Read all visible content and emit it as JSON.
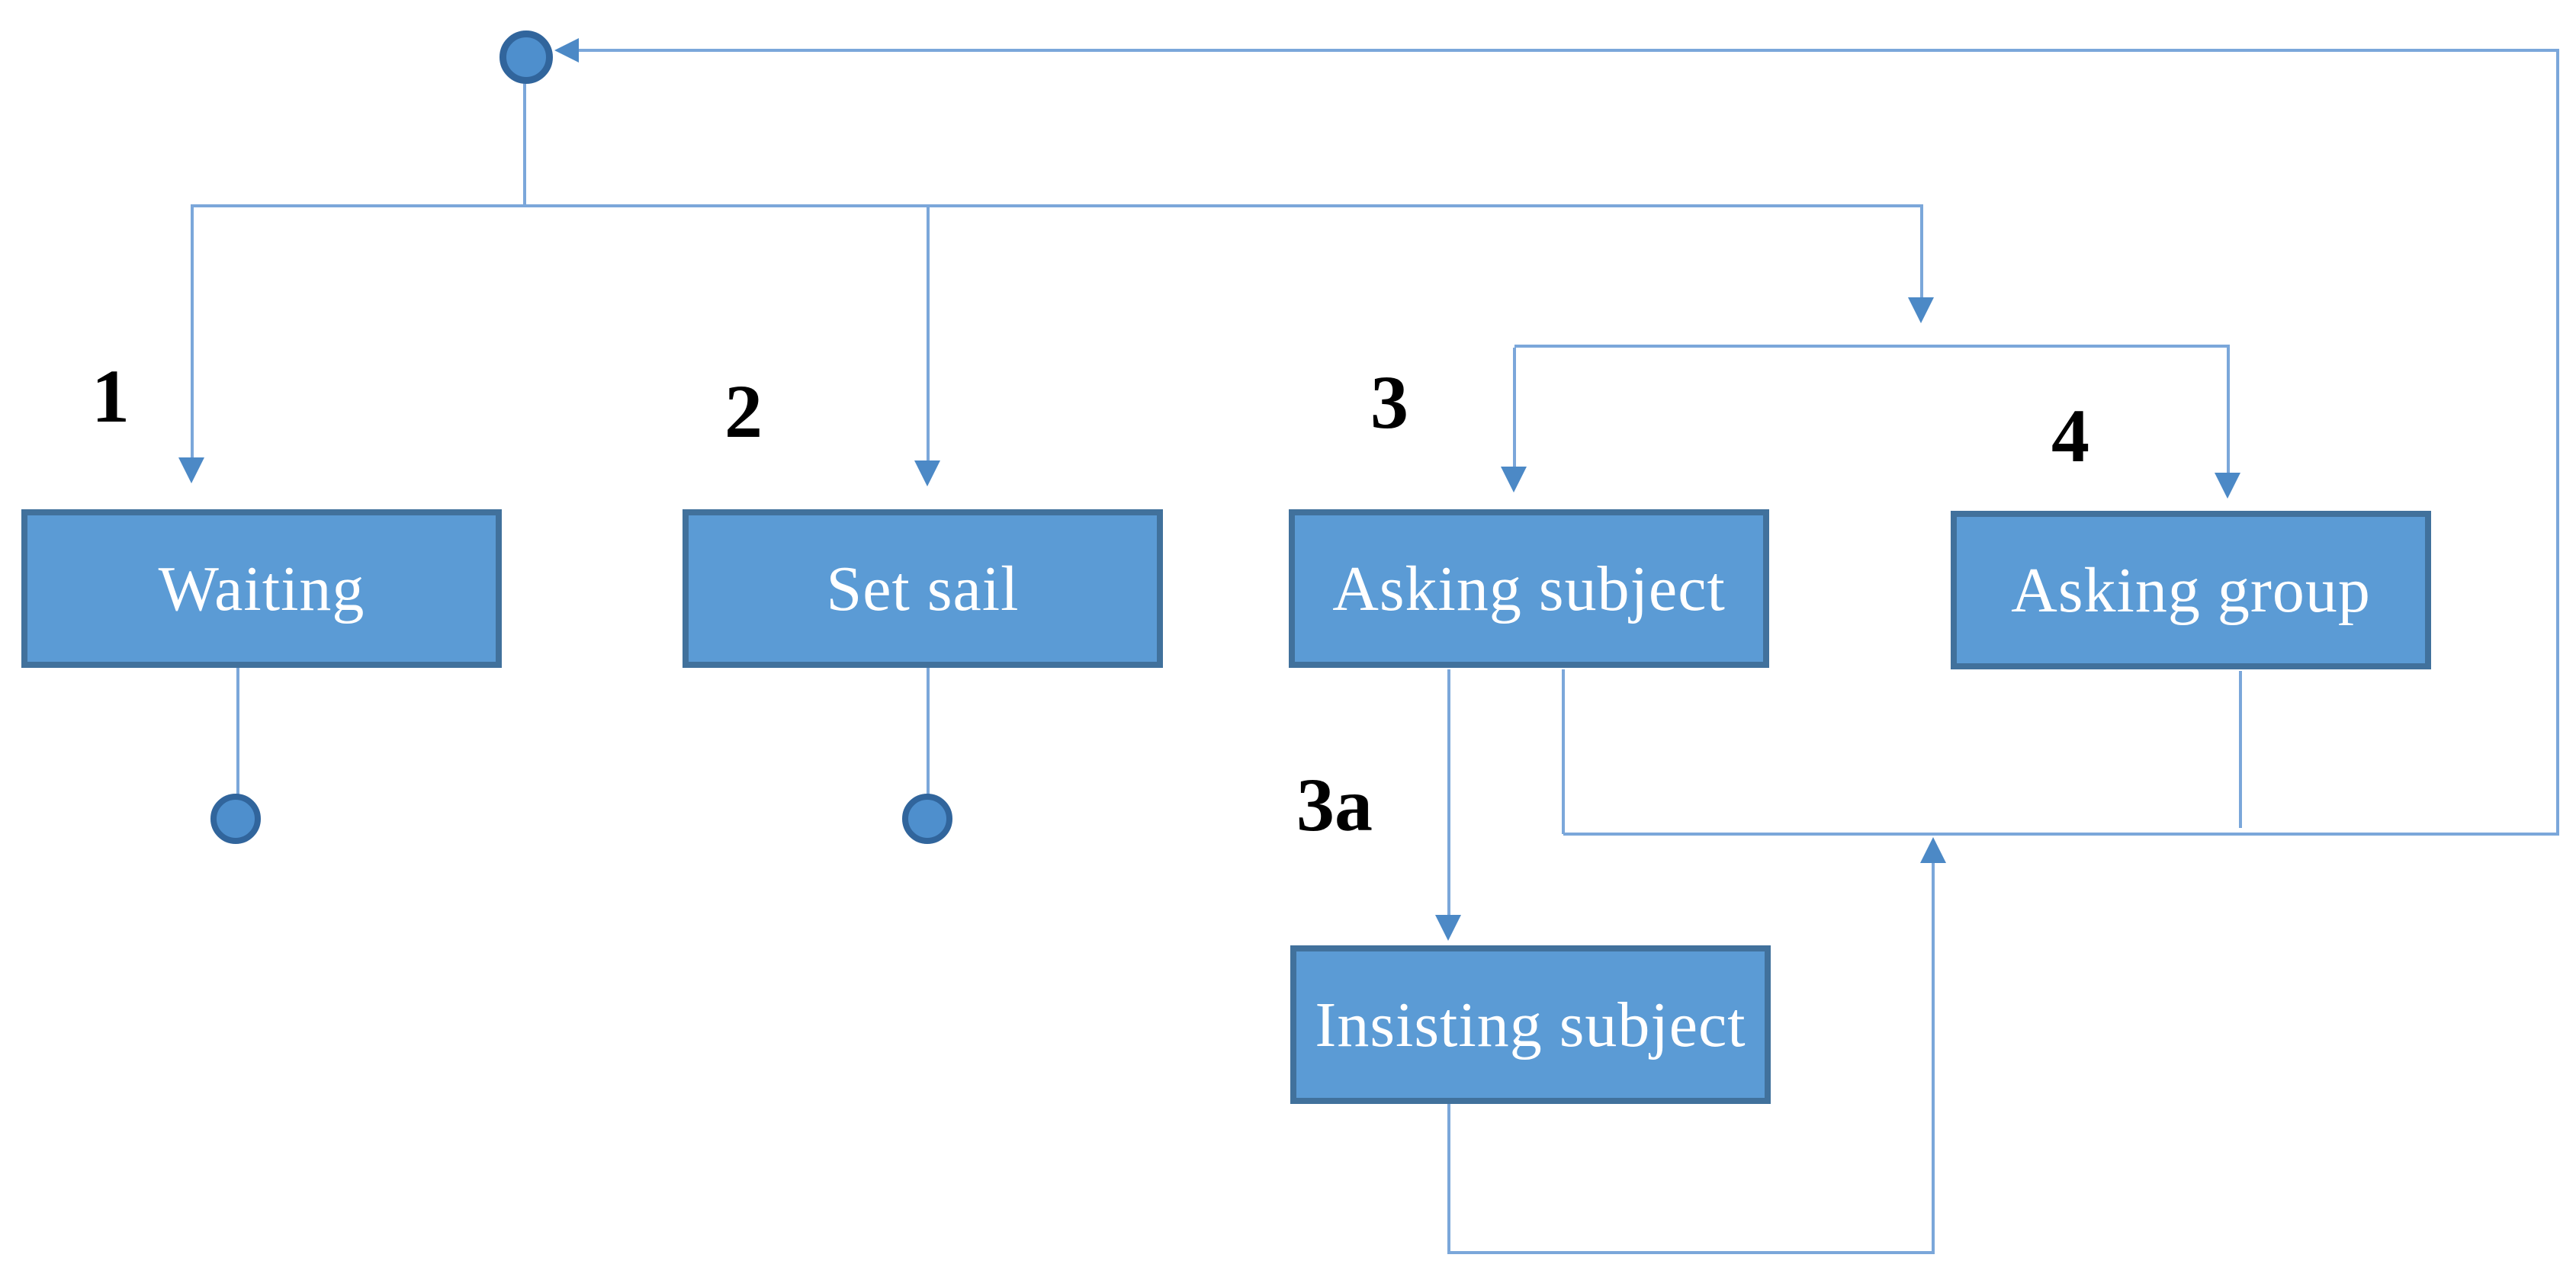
{
  "colors": {
    "canvas": "#ffffff",
    "box_fill": "#5B9BD5",
    "box_border": "#41719C",
    "node_text": "#ffffff",
    "line": "#7BA7DA",
    "arrow": "#4C89C6",
    "circle_fill": "#4E8FCD",
    "circle_border": "#31659C",
    "label_text": "#000000"
  },
  "nodes": [
    {
      "id": "waiting",
      "label": "Waiting",
      "step": "1"
    },
    {
      "id": "set-sail",
      "label": "Set sail",
      "step": "2"
    },
    {
      "id": "asking-subject",
      "label": "Asking subject",
      "step": "3"
    },
    {
      "id": "asking-group",
      "label": "Asking group",
      "step": "4"
    },
    {
      "id": "insisting-subject",
      "label": "Insisting subject",
      "step": "3a"
    }
  ],
  "steps": [
    "1",
    "2",
    "3",
    "4",
    "3a"
  ]
}
